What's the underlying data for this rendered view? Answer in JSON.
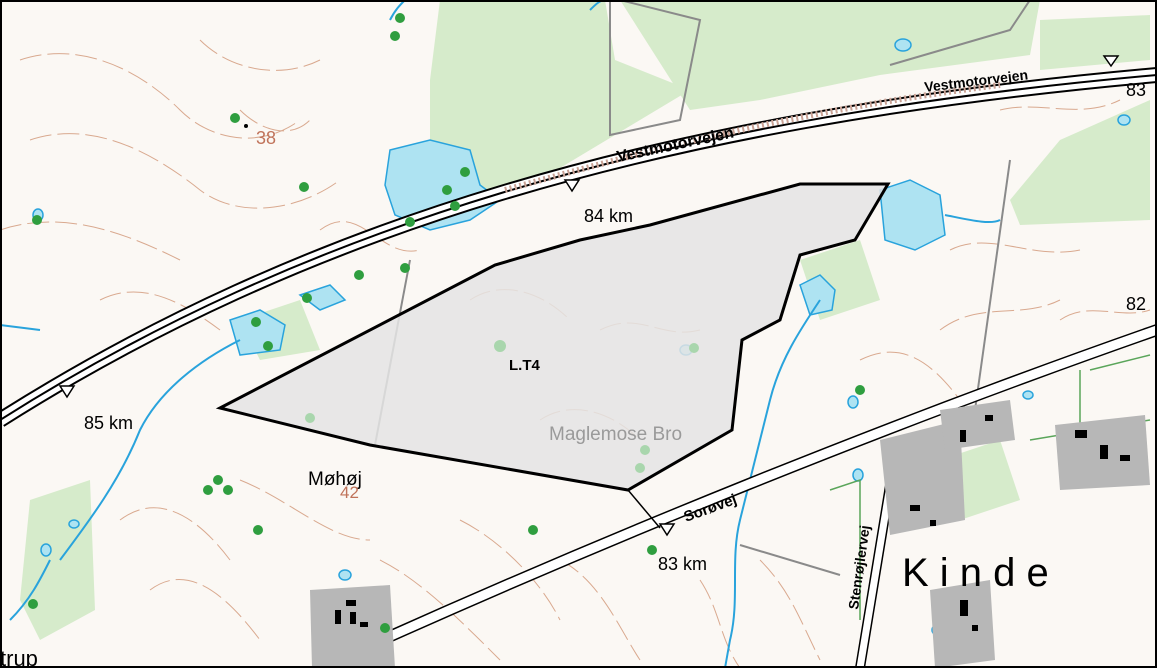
{
  "map": {
    "roads": {
      "motorway_name_1": "Vestmotorvejen",
      "motorway_name_2": "Vestmotorvejen",
      "road_sorovej": "Sorøvej",
      "road_stenrojlervej": "Stenrøjlervej"
    },
    "km_markers": {
      "km_84": "84 km",
      "km_85": "85 km",
      "km_83": "83 km"
    },
    "area": {
      "label": "L.T4"
    },
    "places": {
      "maglemose": "Maglemose Bro",
      "mohoj": "Møhøj",
      "kinde": "K i n d e",
      "trup": "trup"
    },
    "elevations": {
      "e38": "38",
      "e42": "42",
      "e83": "83",
      "e82": "82"
    },
    "colors": {
      "background": "#fbf8f4",
      "forest": "#d6ebcb",
      "water": "#aee3f2",
      "water_line": "#29a3dc",
      "contour": "#d9a98f",
      "area_fill": "#e4e4e4",
      "area_outline": "#000000",
      "buildings": "#b7b7b7",
      "tree_dot": "#2f9e3f"
    }
  }
}
